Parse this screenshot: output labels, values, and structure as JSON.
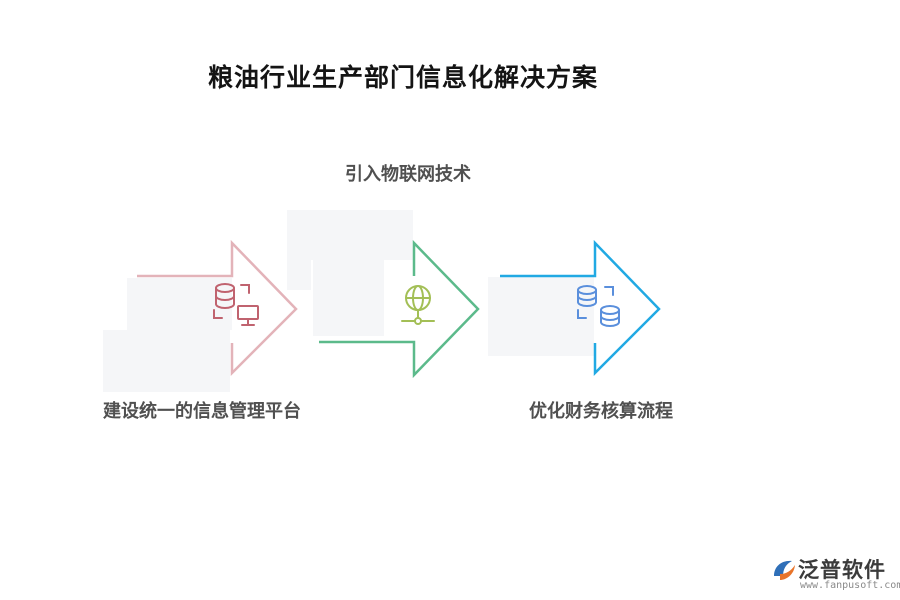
{
  "title": "粮油行业生产部门信息化解决方案",
  "steps": [
    {
      "label": "建设统一的信息管理平台",
      "color": "#e3b3b9",
      "icon": "database-monitor-icon",
      "icon_color": "#c0636f"
    },
    {
      "label": "引入物联网技术",
      "color": "#5cba8b",
      "icon": "globe-network-icon",
      "icon_color": "#a3bf56"
    },
    {
      "label": "优化财务核算流程",
      "color": "#21a9e3",
      "icon": "database-sync-icon",
      "icon_color": "#5a8fdc"
    }
  ],
  "logo": {
    "brand": "泛普软件",
    "url": "www.fanpusoft.com"
  }
}
